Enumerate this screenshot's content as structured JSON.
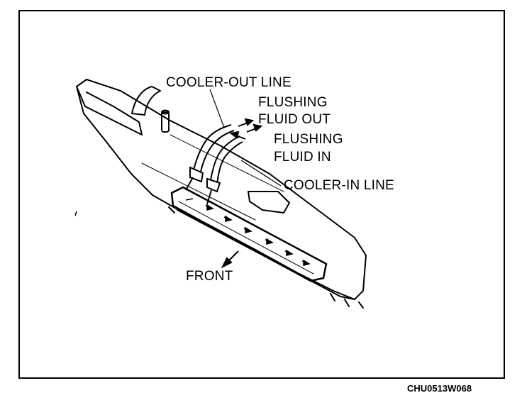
{
  "labels": {
    "cooler_out_line": "COOLER-OUT LINE",
    "flushing_fluid_out_1": "FLUSHING",
    "flushing_fluid_out_2": "FLUID OUT",
    "flushing_fluid_in_1": "FLUSHING",
    "flushing_fluid_in_2": "FLUID IN",
    "cooler_in_line": "COOLER-IN LINE",
    "front": "FRONT"
  },
  "figure_code": "CHU0513W068",
  "colors": {
    "ink": "#000000",
    "paper": "#ffffff"
  },
  "icons": [
    "flow-arrow-icon",
    "front-direction-arrow-icon"
  ]
}
